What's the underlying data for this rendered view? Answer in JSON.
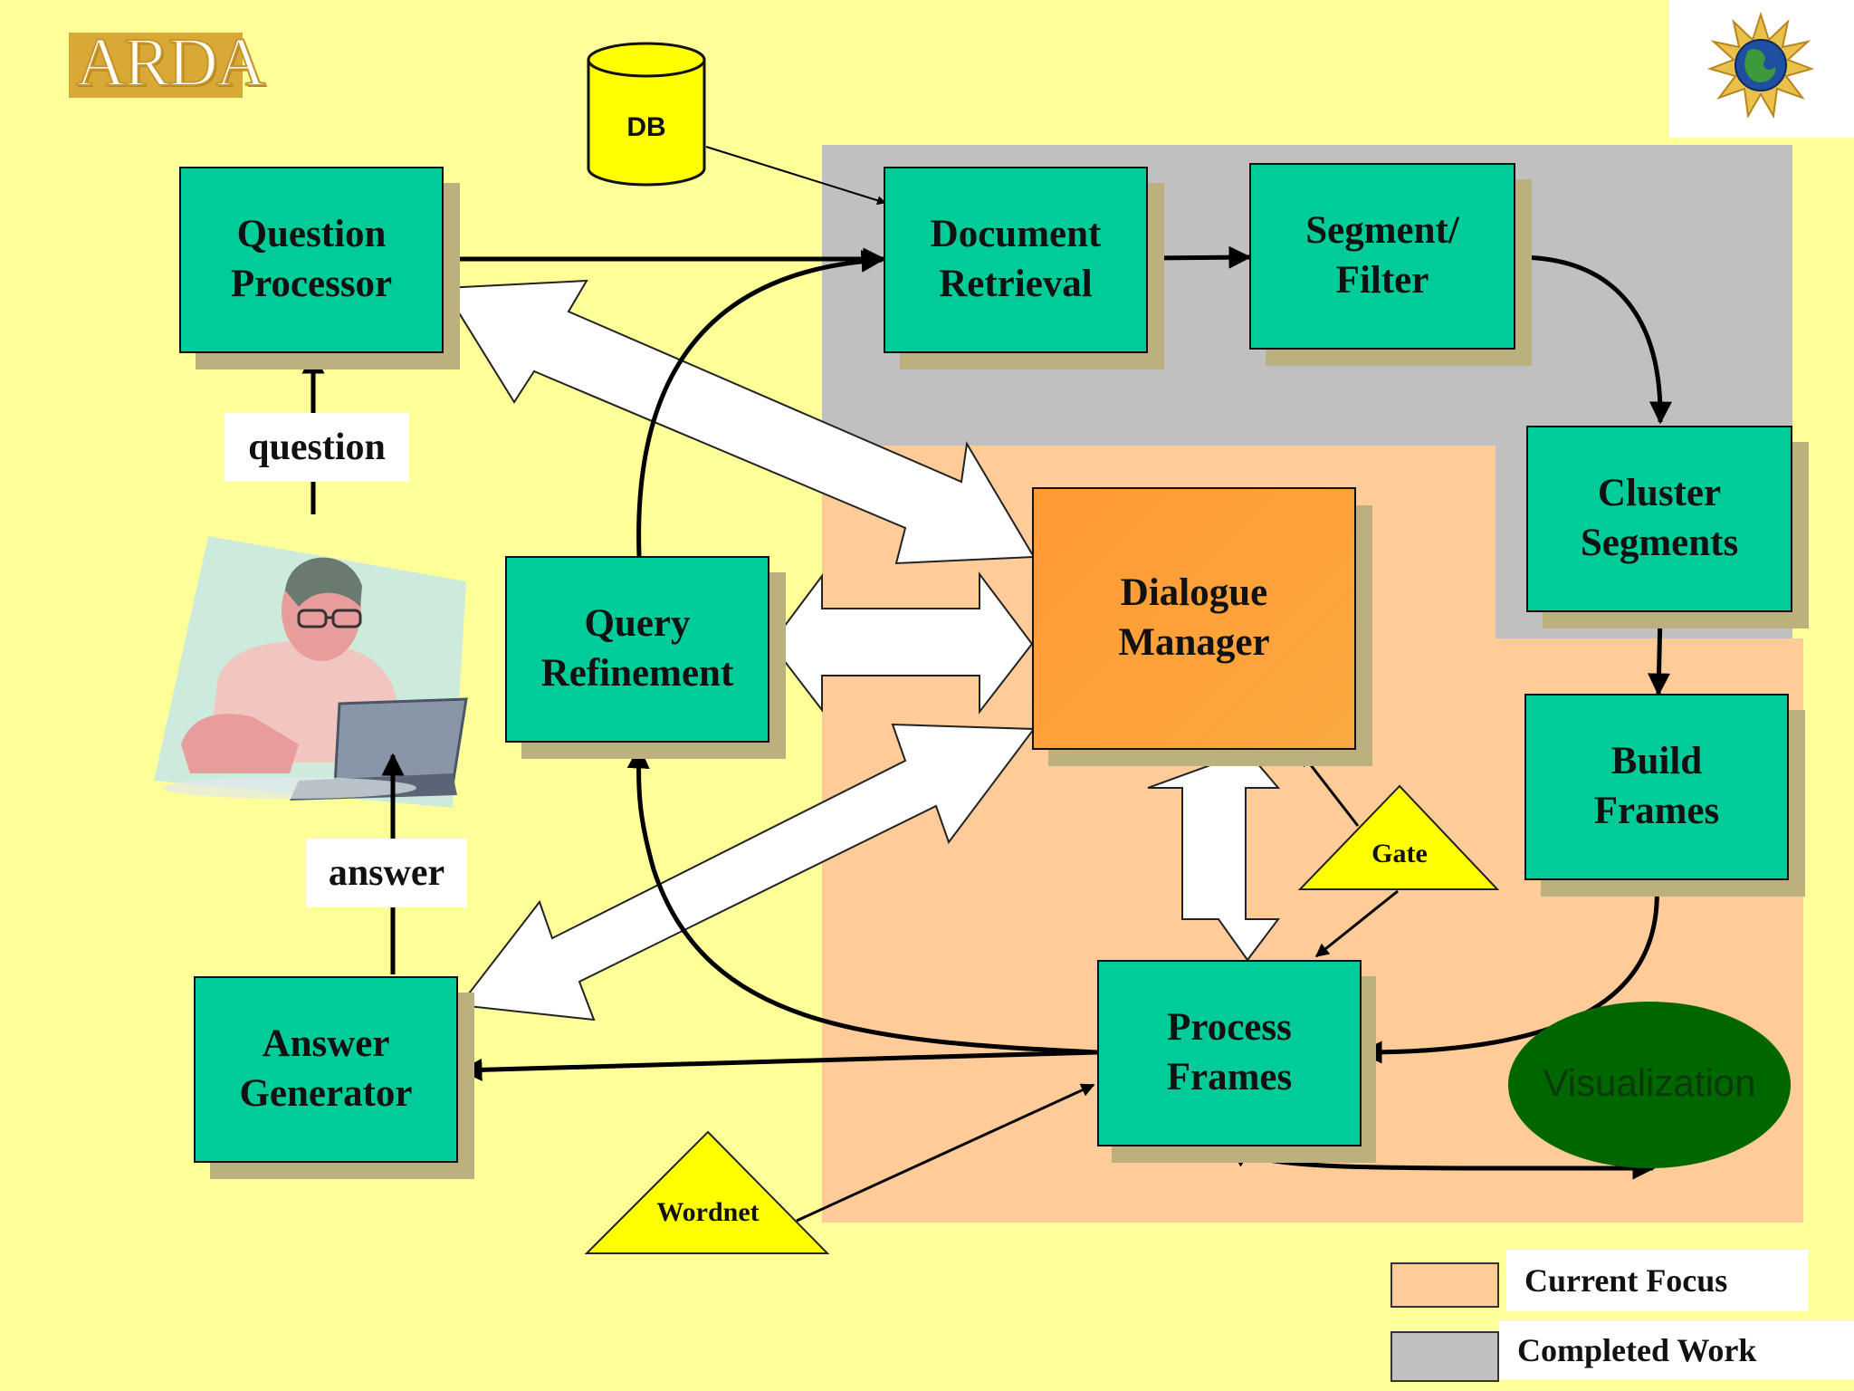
{
  "logo": {
    "text": "ARDA"
  },
  "database": {
    "label": "DB"
  },
  "boxes": {
    "question_processor": "Question\nProcessor",
    "document_retrieval": "Document\nRetrieval",
    "segment_filter": "Segment/\nFilter",
    "cluster_segments": "Cluster\nSegments",
    "build_frames": "Build\nFrames",
    "query_refinement": "Query\nRefinement",
    "dialogue_manager": "Dialogue\nManager",
    "process_frames": "Process\nFrames",
    "answer_generator": "Answer\nGenerator"
  },
  "labels": {
    "question": "question",
    "answer": "answer"
  },
  "triangles": {
    "gate": "Gate",
    "wordnet": "Wordnet"
  },
  "visualization": "Visualization",
  "legend": {
    "current_focus": "Current Focus",
    "completed_work": "Completed Work"
  },
  "colors": {
    "background": "#FFFF99",
    "box_green": "#00CC99",
    "dialogue_orange": "#FF9933",
    "current_focus_region": "#FFCC99",
    "completed_work_region": "#C0C0C0",
    "triangle_yellow": "#FFFF00",
    "visualization_green": "#006600"
  }
}
